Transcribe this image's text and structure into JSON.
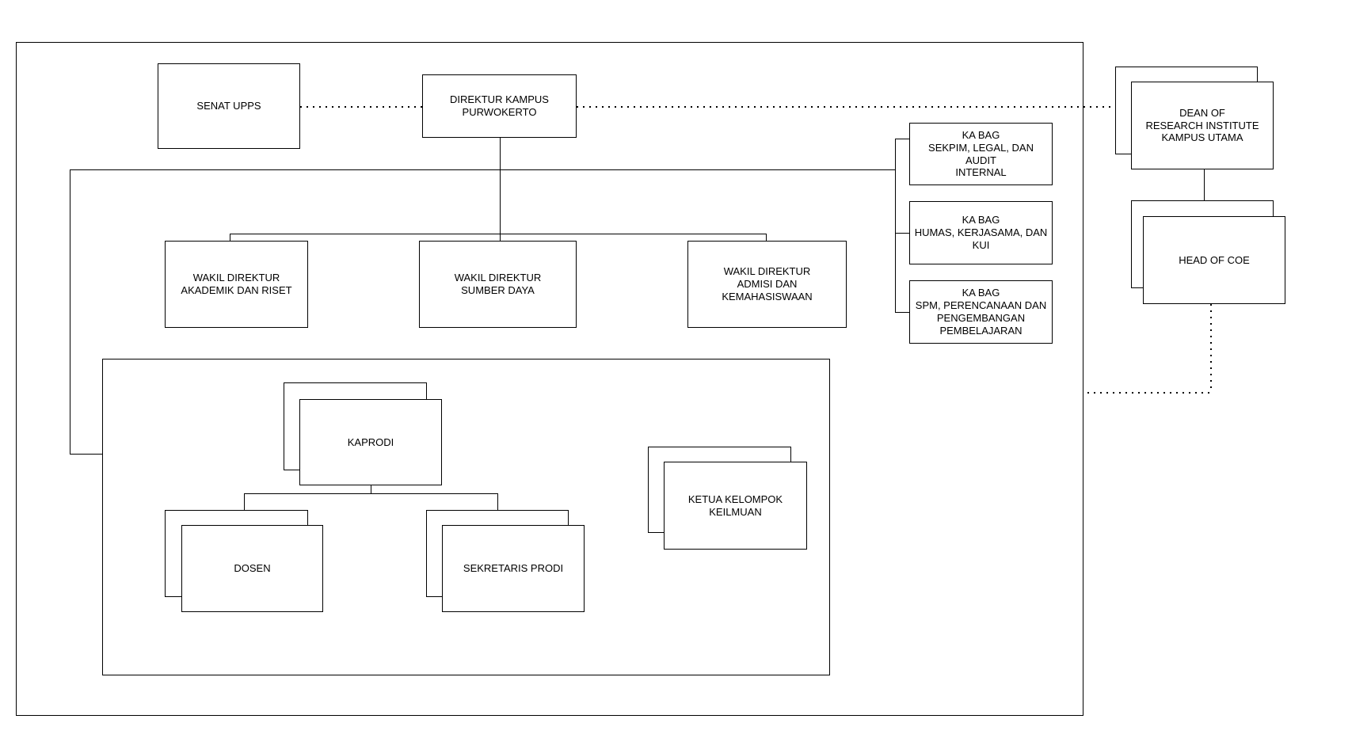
{
  "diagram": {
    "type": "org-chart",
    "background_color": "#ffffff",
    "node_fill_color": "#ffffff",
    "line_color": "#000000",
    "text_color": "#000000"
  },
  "nodes": {
    "senat": {
      "label": "SENAT UPPS"
    },
    "direktur": {
      "label": "DIREKTUR KAMPUS\nPURWOKERTO"
    },
    "kabag_sekpim": {
      "label": "KA BAG\nSEKPIM, LEGAL, DAN AUDIT\nINTERNAL"
    },
    "kabag_humas": {
      "label": "KA BAG\nHUMAS, KERJASAMA, DAN\nKUI"
    },
    "kabag_spm": {
      "label": "KA BAG\nSPM, PERENCANAAN DAN\nPENGEMBANGAN\nPEMBELAJARAN"
    },
    "wadir_akademik": {
      "label": "WAKIL DIREKTUR\nAKADEMIK DAN RISET"
    },
    "wadir_sumber": {
      "label": "WAKIL DIREKTUR\nSUMBER DAYA"
    },
    "wadir_admisi": {
      "label": "WAKIL DIREKTUR\nADMISI DAN KEMAHASISWAAN"
    },
    "kaprodi": {
      "label": "KAPRODI"
    },
    "dosen": {
      "label": "DOSEN"
    },
    "sekretaris": {
      "label": "SEKRETARIS PRODI"
    },
    "ketua_kelompok": {
      "label": "KETUA KELOMPOK\nKEILMUAN"
    },
    "dean_research": {
      "label": "DEAN OF\nRESEARCH INSTITUTE\nKAMPUS UTAMA"
    },
    "head_coe": {
      "label": "HEAD OF COE"
    }
  }
}
